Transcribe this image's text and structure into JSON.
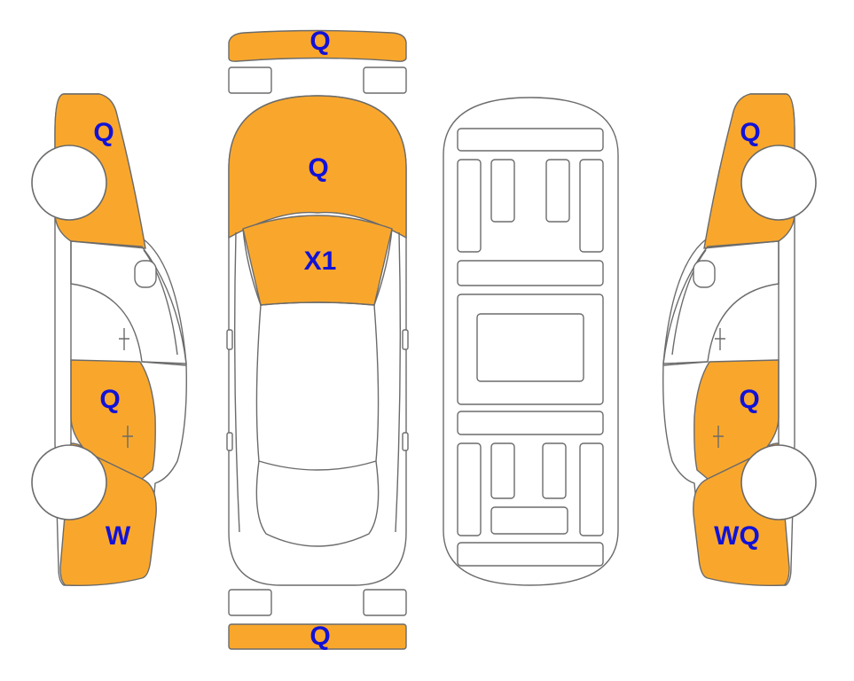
{
  "colors": {
    "damage_fill": "#f9a72c",
    "label_color": "#1212d6",
    "outline": "#6b6b6b"
  },
  "diagram": {
    "labels": {
      "front_bumper": "Q",
      "hood": "Q",
      "windshield": "X1",
      "rear_bumper": "Q",
      "left_front_fender": "Q",
      "left_rear_door": "Q",
      "left_rear_quarter": "W",
      "right_front_fender": "Q",
      "right_rear_door": "Q",
      "right_rear_quarter": "WQ"
    }
  }
}
